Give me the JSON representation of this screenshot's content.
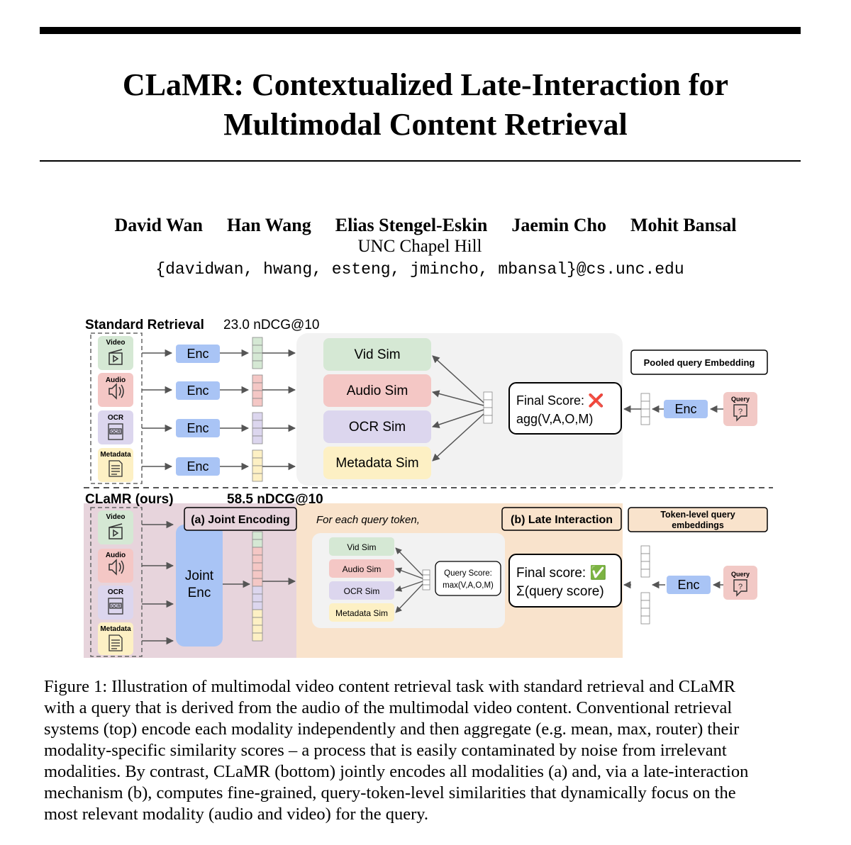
{
  "paper": {
    "title_line1": "CLaMR: Contextualized Late-Interaction for",
    "title_line2": "Multimodal Content Retrieval",
    "authors": [
      "David Wan",
      "Han Wang",
      "Elias Stengel-Eskin",
      "Jaemin Cho",
      "Mohit Bansal"
    ],
    "affiliation": "UNC Chapel Hill",
    "email": "{davidwan, hwang, esteng, jmincho, mbansal}@cs.unc.edu"
  },
  "figure": {
    "top": {
      "label": "Standard Retrieval",
      "score": "23.0 nDCG@10",
      "modalities": [
        "Video",
        "Audio",
        "OCR",
        "Metadata"
      ],
      "enc_label": "Enc",
      "sims": [
        "Vid Sim",
        "Audio Sim",
        "OCR Sim",
        "Metadata Sim"
      ],
      "final_line1": "Final Score: ❌",
      "final_line2": "agg(V,A,O,M)",
      "pooled_label": "Pooled query Embedding",
      "query_label": "Query",
      "query_enc": "Enc"
    },
    "bottom": {
      "label": "CLaMR (ours)",
      "score": "58.5 nDCG@10",
      "modalities": [
        "Video",
        "Audio",
        "OCR",
        "Metadata"
      ],
      "joint_encoding_label": "(a) Joint Encoding",
      "joint_enc_line1": "Joint",
      "joint_enc_line2": "Enc",
      "for_each": "For each query token,",
      "sims": [
        "Vid Sim",
        "Audio Sim",
        "OCR Sim",
        "Metadata Sim"
      ],
      "query_score_line1": "Query Score:",
      "query_score_line2": "max(V,A,O,M)",
      "late_interaction_label": "(b) Late Interaction",
      "final_line1": "Final score: ✅",
      "final_line2": "Σ(query score)",
      "token_label_line1": "Token-level query",
      "token_label_line2": "embeddings",
      "query_label": "Query",
      "query_enc": "Enc"
    },
    "colors": {
      "video": "#d5e8d4",
      "audio": "#f4c7c5",
      "ocr": "#dcd6ee",
      "metadata": "#fdf0c4",
      "enc": "#a9c4f5",
      "query": "#f2c9c6",
      "top_panel": "#f2f2f2",
      "bottom_left": "#e7d4dc",
      "bottom_right": "#f9e3cc"
    }
  },
  "caption": {
    "lines": [
      "Figure 1:  Illustration of multimodal video content retrieval task with standard retrieval and CLaMR",
      "with a query that is derived from the audio of the multimodal video content. Conventional retrieval",
      "systems (top) encode each modality independently and then aggregate (e.g. mean, max, router) their",
      "modality-specific similarity scores – a process that is easily contaminated by noise from irrelevant",
      "modalities. By contrast, CLaMR (bottom) jointly encodes all modalities (a) and, via a late-interaction",
      "mechanism (b), computes fine-grained, query-token-level similarities that dynamically focus on the",
      "most relevant modality (audio and video) for the query."
    ]
  }
}
